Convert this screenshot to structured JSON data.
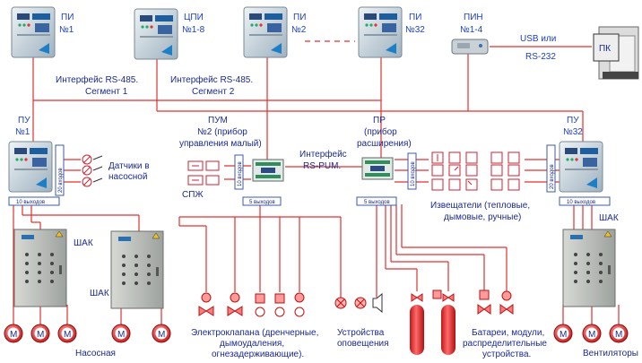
{
  "devices": {
    "pi1": {
      "title": "ПИ",
      "num": "№1"
    },
    "cpi": {
      "title": "ЦПИ",
      "num": "№1-8"
    },
    "pi2": {
      "title": "ПИ",
      "num": "№2"
    },
    "pi32": {
      "title": "ПИ",
      "num": "№32"
    },
    "pin": {
      "title": "ПИН",
      "num": "№1-4"
    },
    "pc": {
      "label": "ПК"
    },
    "pu1": {
      "title": "ПУ",
      "num": "№1"
    },
    "pu32": {
      "title": "ПУ",
      "num": "№32"
    },
    "pum": {
      "line1": "ПУМ",
      "line2": "№2 (прибор",
      "line3": "управления малый)"
    },
    "pr": {
      "line1": "ПР",
      "line2": "(прибор",
      "line3": "расширения)"
    }
  },
  "interfaces": {
    "usb_line1": "USB или",
    "usb_line2": "RS-232",
    "seg1_line1": "Интерфейс RS-485.",
    "seg1_line2": "Сегмент 1",
    "seg2_line1": "Интерфейс RS-485.",
    "seg2_line2": "Сегмент 2",
    "rspum_line1": "Интерфейс",
    "rspum_line2": "RS-PUM."
  },
  "ports": {
    "in20_left": "20 входов",
    "in20_right": "20 входов",
    "in10_pum": "10 входов",
    "in10_pr": "10 входов",
    "out10_left": "10 выходов",
    "out10_right": "10 выходов",
    "out5_pum": "5 выходов",
    "out5_pr": "5 выходов"
  },
  "labels": {
    "sensors_line1": "Датчики в",
    "sensors_line2": "насосной",
    "spzh": "СПЖ",
    "detectors_line1": "Извещатели (тепловые,",
    "detectors_line2": "дымовые, ручные)",
    "shak_left1": "ШАК",
    "shak_left2": "ШАК",
    "shak_right": "ШАК",
    "pumps": "Насосная",
    "valves_line1": "Электроклапана (дренчерные,",
    "valves_line2": "дымоудаления,",
    "valves_line3": "огнезадерживающие).",
    "alert_line1": "Устройства",
    "alert_line2": "оповещения",
    "batt_line1": "Батареи, модули,",
    "batt_line2": "распределительные",
    "batt_line3": "устройства.",
    "fans": "Вентиляторы",
    "motor": "M"
  },
  "colors": {
    "wire": "#e03030",
    "text": "#1a3fbf",
    "panel": "#cfd8df",
    "cabinet": "#b9bdb9",
    "motor": "#e83a3a"
  }
}
